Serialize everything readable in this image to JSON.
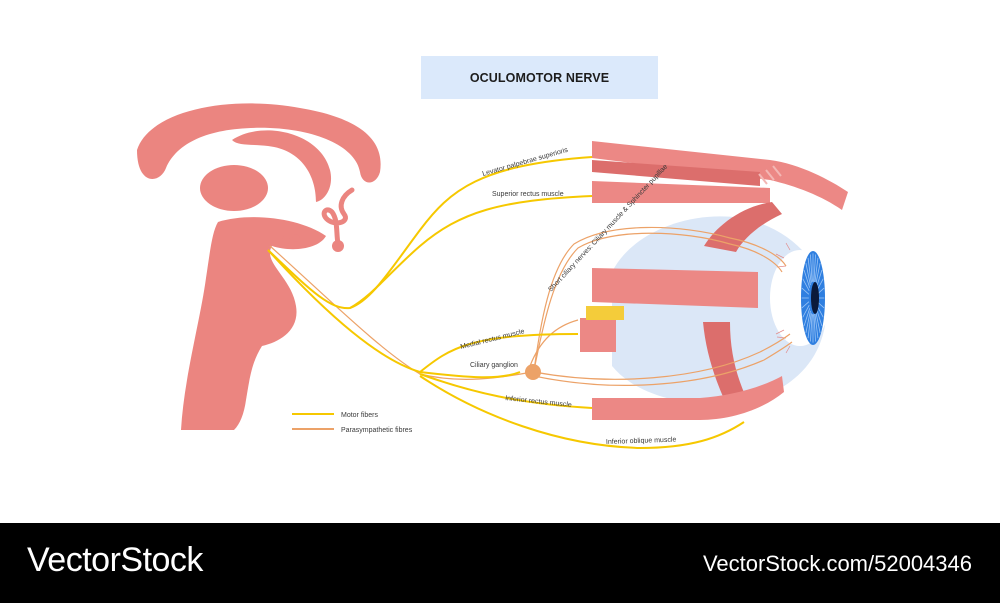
{
  "title": "OCULOMOTOR NERVE",
  "labels": {
    "levator": "Levator palpebrae superioris",
    "superior_rectus": "Superior rectus muscle",
    "short_ciliary": "Short ciliary nerves: Ciliary muscle & Sphincter pupillae",
    "medial_rectus": "Medial rectus muscle",
    "ciliary_ganglion": "Ciliary ganglion",
    "inferior_rectus": "Inferior rectus muscle",
    "inferior_oblique": "Inferior oblique muscle"
  },
  "legend": [
    {
      "label": "Motor fibers",
      "color": "#f6c800"
    },
    {
      "label": "Parasympathetic fibres",
      "color": "#eca268"
    }
  ],
  "colors": {
    "brain": "#eb8580",
    "muscle": "#ec8885",
    "muscle_dark": "#dc6e6c",
    "eyeball": "#dbe7f7",
    "iris": "#2f7fe0",
    "motor_fiber": "#f6c800",
    "parasympathetic_fiber": "#eca268",
    "title_bg": "#dbe9fb"
  },
  "footer": {
    "brand": "VectorStock",
    "watermark": "VectorStock.com/52004346"
  }
}
